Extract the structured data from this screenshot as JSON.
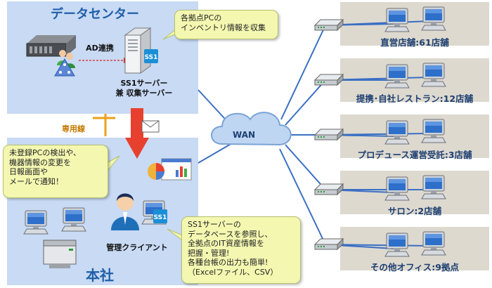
{
  "datacenter": {
    "title": "データセンター",
    "ad_label": "AD連携",
    "server_label_line1": "SS1サーバー",
    "server_label_line2": "兼 収集サーバー",
    "callout_line1": "各拠点PCの",
    "callout_line2": "インベントリ情報を収集"
  },
  "link": {
    "label": "専用線"
  },
  "wan": {
    "label": "WAN"
  },
  "headquarters": {
    "title": "本社",
    "client_label": "管理クライアント",
    "left_callout": [
      "未登録PCの検出や、",
      "機器情報の変更を",
      "日報画面や",
      "メールで通知！"
    ],
    "right_callout": [
      "SS1サーバーの",
      "データベースを参照し、",
      "全拠点のIT資産情報を",
      "把握・管理!",
      "各種台帳の出力も簡単!",
      "（Excelファイル、CSV）"
    ]
  },
  "branches": [
    {
      "label": "直営店舗:61店舗"
    },
    {
      "label": "提携･自社レストラン:12店舗"
    },
    {
      "label": "プロデュース運営受託:3店舗"
    },
    {
      "label": "サロン:2店舗"
    },
    {
      "label": "その他オフィス:9拠点"
    }
  ],
  "icons": {
    "server": "server-icon",
    "rack": "rack-server-icon",
    "users": "user-group-icon",
    "directory": "ad-directory-icon",
    "mail": "mail-icon",
    "report": "report-chart-icon",
    "admin": "admin-person-icon",
    "pc": "desktop-pc-icon",
    "hub": "network-hub-icon",
    "printer": "printer-icon",
    "ss1_logo": "ss1-logo"
  },
  "colors": {
    "panel": "#c8daf4",
    "branch_panel": "#ddd9cf",
    "title_blue": "#1f5fa8",
    "line_blue": "#3a6fc4",
    "arrow_red": "#e8402f",
    "callout_fill": "#f3f7b0",
    "link_orange": "#e9a21b"
  }
}
